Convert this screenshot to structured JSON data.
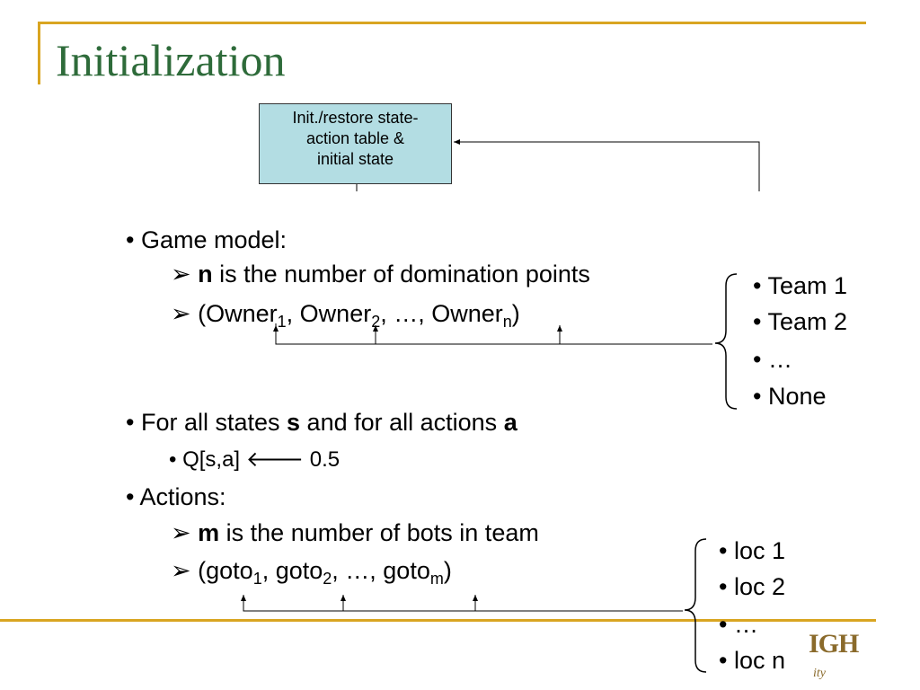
{
  "slide": {
    "title": "Initialization",
    "box": {
      "line1": "Init./restore state-",
      "line2": "action table &",
      "line3": "initial state"
    },
    "game_model": {
      "heading": "• Game model:",
      "n_bold": "n",
      "n_rest": " is the number of domination points",
      "owner_prefix": "(Owner",
      "owner_sub1": "1",
      "owner_mid1": ", Owner",
      "owner_sub2": "2",
      "owner_mid2": ", …, Owner",
      "owner_subn": "n",
      "owner_suffix": ")"
    },
    "team_list": [
      "• Team 1",
      "• Team 2",
      "• …",
      "• None"
    ],
    "for_all": {
      "pre": "• For all states ",
      "s": "s",
      "mid": " and for all actions ",
      "a": "a",
      "q": "• Q[s,a] ",
      "arrow": "🡐",
      "q_val": " 0.5"
    },
    "actions": {
      "heading": "• Actions:",
      "m_bold": "m",
      "m_rest": " is the number of bots in team",
      "goto_prefix": "(goto",
      "goto_sub1": "1",
      "goto_mid1": ", goto",
      "goto_sub2": "2",
      "goto_mid2": ", …, goto",
      "goto_subm": "m",
      "goto_suffix": ")"
    },
    "loc_list": [
      "• loc 1",
      "• loc 2",
      "• …",
      "• loc n"
    ],
    "bullet_arrow": "➢",
    "logo_text": "IGH",
    "logo_sub": "ity"
  }
}
